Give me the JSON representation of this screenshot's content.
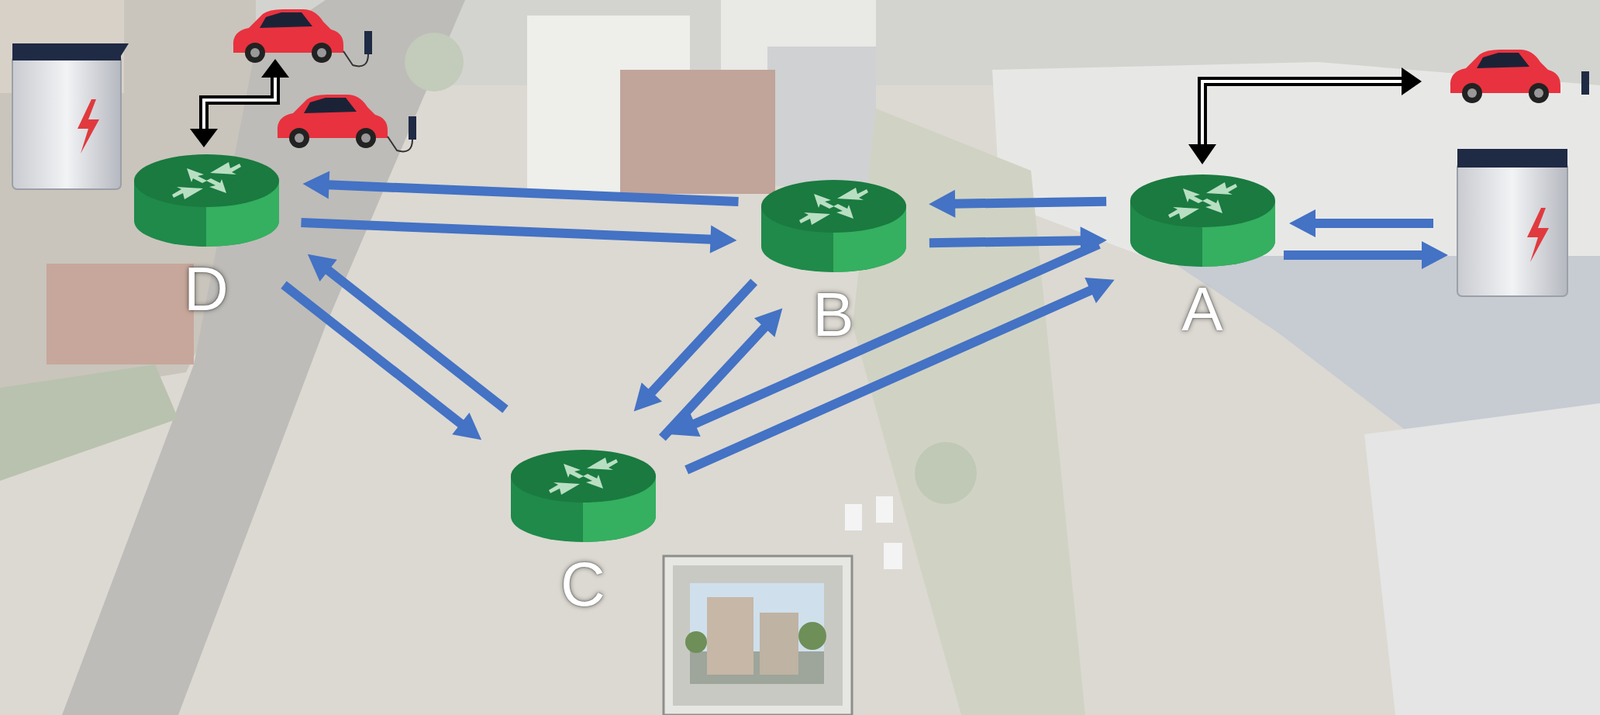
{
  "diagram": {
    "nodes": [
      {
        "text": [
          "D"
        ]
      },
      {
        "text": [
          "B"
        ]
      },
      {
        "text": [
          "A"
        ]
      },
      {
        "text": [
          "C"
        ]
      }
    ],
    "edges": [
      {
        "from": 1,
        "to": 0,
        "arrow": "to"
      },
      {
        "from": 0,
        "to": 1,
        "arrow": "to"
      },
      {
        "from": 2,
        "to": 1,
        "arrow": "to"
      },
      {
        "from": 1,
        "to": 2,
        "arrow": "to"
      },
      {
        "from": 1,
        "to": 3,
        "arrow": "to"
      },
      {
        "from": 3,
        "to": 1,
        "arrow": "to"
      },
      {
        "from": 0,
        "to": 3,
        "arrow": "to"
      },
      {
        "from": 3,
        "to": 0,
        "arrow": "to"
      },
      {
        "from": 3,
        "to": 2,
        "arrow": "to"
      },
      {
        "from": 2,
        "to": 3,
        "arrow": "to"
      }
    ]
  }
}
